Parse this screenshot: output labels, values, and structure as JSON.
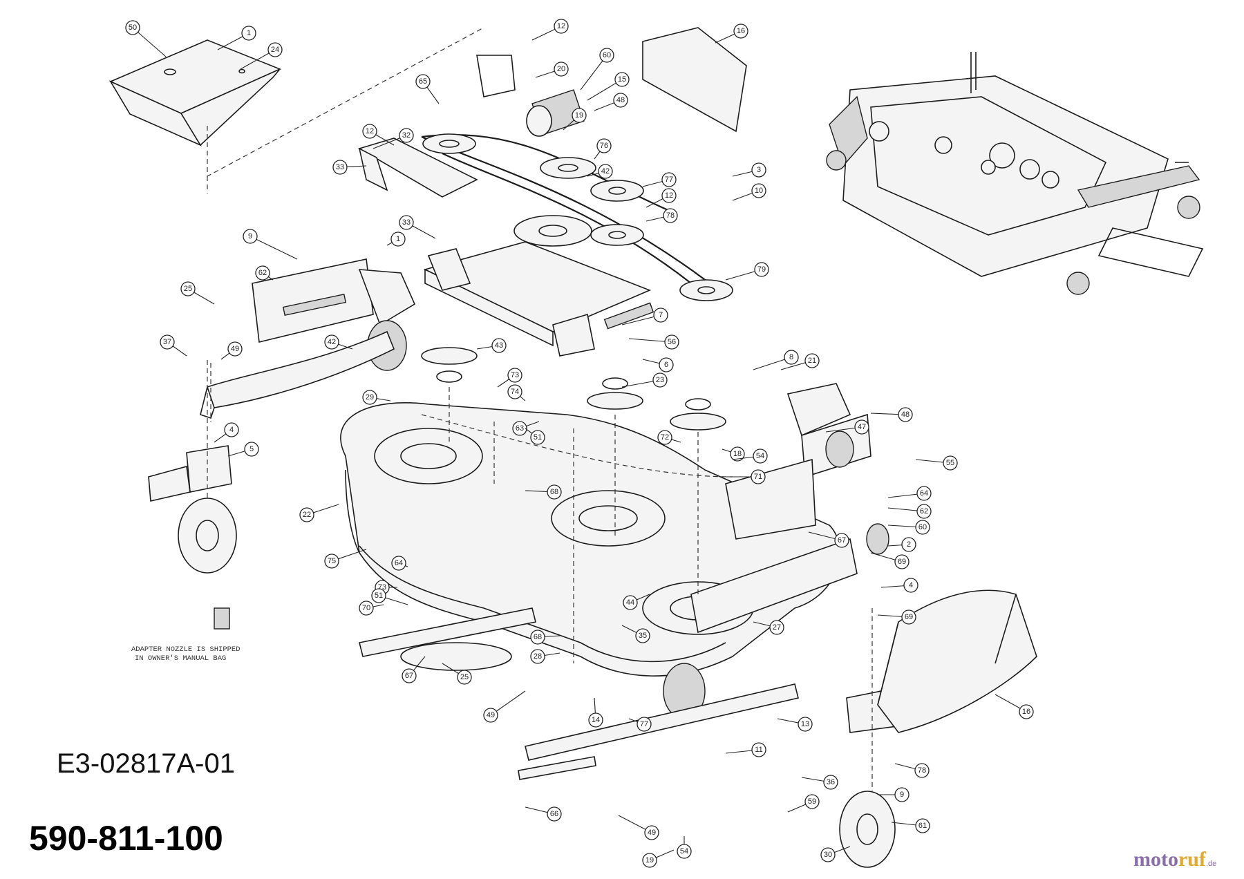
{
  "diagram": {
    "drawing_code": "E3-02817A-01",
    "part_number": "590-811-100",
    "note_lines": [
      "ADAPTER NOZZLE IS SHIPPED",
      "IN OWNER'S MANUAL BAG"
    ],
    "watermark": "motoruf.de",
    "callouts": [
      "50",
      "1",
      "24",
      "12",
      "16",
      "20",
      "60",
      "65",
      "15",
      "48",
      "19",
      "76",
      "42",
      "3",
      "10",
      "77",
      "12",
      "78",
      "79",
      "32",
      "33",
      "12",
      "9",
      "1",
      "62",
      "25",
      "37",
      "49",
      "42",
      "33",
      "7",
      "56",
      "6",
      "29",
      "73",
      "74",
      "23",
      "63",
      "51",
      "43",
      "8",
      "21",
      "47",
      "55",
      "72",
      "18",
      "54",
      "71",
      "48",
      "64",
      "62",
      "60",
      "4",
      "5",
      "68",
      "2",
      "69",
      "4",
      "69",
      "67",
      "22",
      "75",
      "64",
      "73",
      "51",
      "70",
      "44",
      "35",
      "68",
      "28",
      "27",
      "67",
      "25",
      "49",
      "13",
      "36",
      "14",
      "77",
      "11",
      "78",
      "9",
      "30",
      "61",
      "66",
      "49",
      "59",
      "19",
      "54",
      "16"
    ]
  }
}
